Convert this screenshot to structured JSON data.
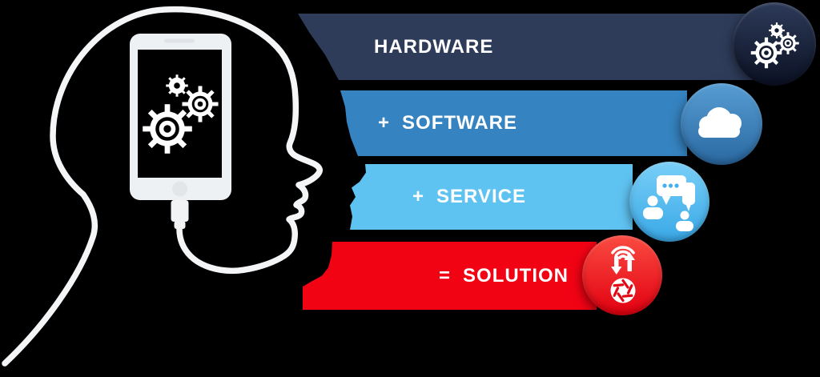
{
  "canvas": {
    "background": "#000000"
  },
  "head": {
    "description": "profile of human head outline thinking",
    "outline_color": "#f3f5f7",
    "phone_icon": "smartphone-with-gears",
    "phone_body_color": "#eef1f4"
  },
  "text_color": "#ffffff",
  "bars": [
    {
      "prefix": "",
      "label": "HARDWARE",
      "bar_color": "#2e3c5a",
      "circle_top": "#2d3a58",
      "circle_bottom": "#0b1124",
      "icon": "gears-icon"
    },
    {
      "prefix": "+",
      "label": "SOFTWARE",
      "bar_color": "#3583c0",
      "circle_top": "#569dd3",
      "circle_bottom": "#2a68a1",
      "icon": "cloud-icon"
    },
    {
      "prefix": "+",
      "label": "SERVICE",
      "bar_color": "#5fc3f2",
      "circle_top": "#79cff8",
      "circle_bottom": "#39a8e6",
      "icon": "conversation-people-icon"
    },
    {
      "prefix": "=",
      "label": "SOLUTION",
      "bar_color": "#f20314",
      "circle_top": "#fa4b41",
      "circle_bottom": "#e20010",
      "icon": "wifi-sync-aperture-icon"
    }
  ]
}
